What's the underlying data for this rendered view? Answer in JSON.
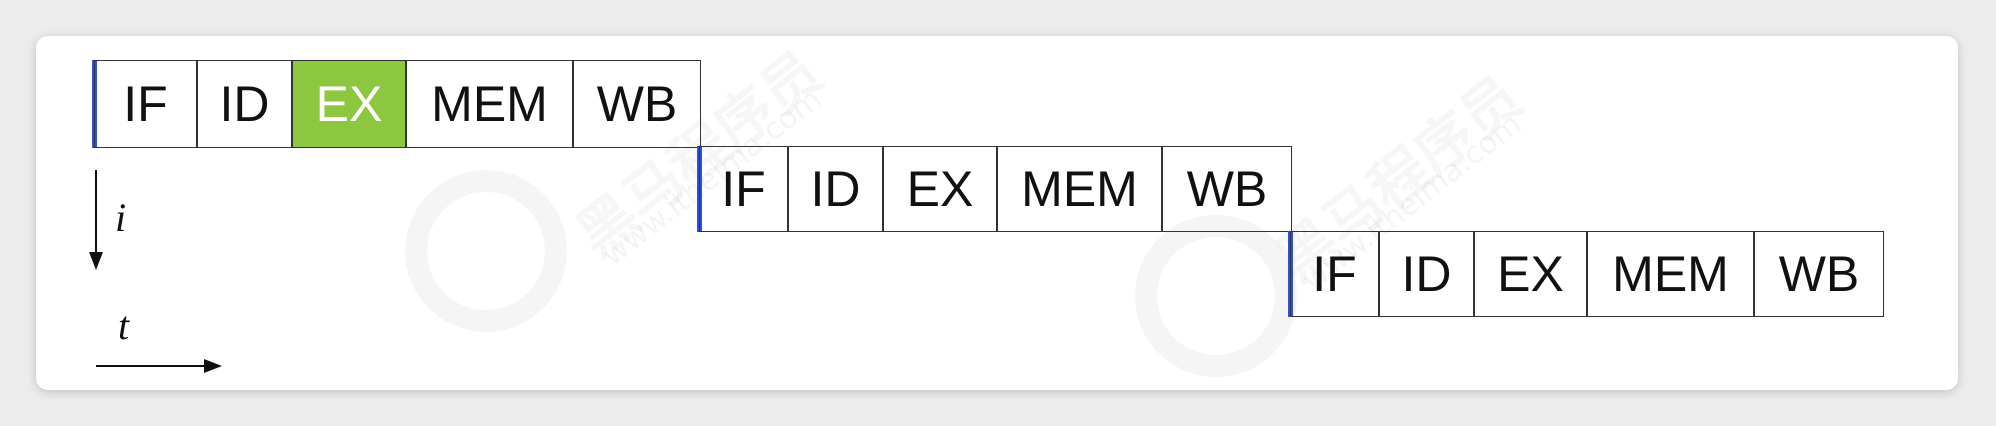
{
  "pipeline": {
    "rows": [
      {
        "stages": [
          "IF",
          "ID",
          "EX",
          "MEM",
          "WB"
        ],
        "highlight_index": 2
      },
      {
        "stages": [
          "IF",
          "ID",
          "EX",
          "MEM",
          "WB"
        ],
        "highlight_index": -1
      },
      {
        "stages": [
          "IF",
          "ID",
          "EX",
          "MEM",
          "WB"
        ],
        "highlight_index": -1
      }
    ],
    "highlight_color": "#8dc63f",
    "marker_color": "#2e4fe0"
  },
  "axes": {
    "vertical_label": "i",
    "horizontal_label": "t"
  },
  "watermark": {
    "brand": "黑马程序员",
    "url": "www.itheima.com"
  }
}
